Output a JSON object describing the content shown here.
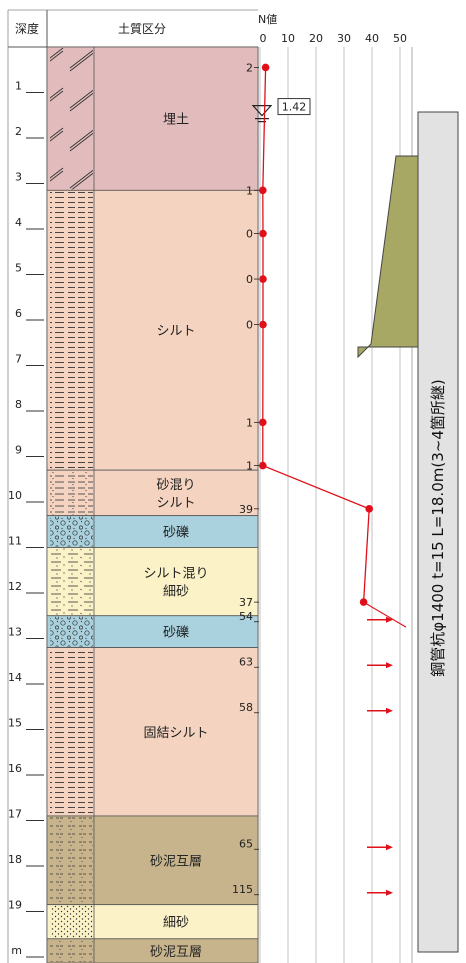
{
  "header": {
    "depth_label": "深度",
    "soil_label": "土質区分",
    "n_label": "N値",
    "n_ticks": [
      "0",
      "10",
      "20",
      "30",
      "40",
      "50"
    ]
  },
  "depth_ticks": [
    "1",
    "2",
    "3",
    "4",
    "5",
    "6",
    "7",
    "8",
    "9",
    "10",
    "11",
    "12",
    "13",
    "14",
    "15",
    "16",
    "17",
    "18",
    "19",
    "m"
  ],
  "layers": [
    {
      "name": "埋土",
      "top": 0.0,
      "bottom": 3.15,
      "color": "#e2bcbc",
      "pattern": "fill"
    },
    {
      "name": "シルト",
      "top": 3.15,
      "bottom": 9.3,
      "color": "#f4d3c0",
      "pattern": "silt"
    },
    {
      "name": "砂混り\nシルト",
      "top": 9.3,
      "bottom": 10.3,
      "color": "#f4d3c0",
      "pattern": "sandysilt"
    },
    {
      "name": "砂礫",
      "top": 10.3,
      "bottom": 11.0,
      "color": "#a9d1de",
      "pattern": "gravel"
    },
    {
      "name": "シルト混り\n細砂",
      "top": 11.0,
      "bottom": 12.5,
      "color": "#fbf2c8",
      "pattern": "siltysand"
    },
    {
      "name": "砂礫",
      "top": 12.5,
      "bottom": 13.2,
      "color": "#a9d1de",
      "pattern": "gravel"
    },
    {
      "name": "固結シルト",
      "top": 13.2,
      "bottom": 16.9,
      "color": "#f4d3c0",
      "pattern": "silt"
    },
    {
      "name": "砂泥互層",
      "top": 16.9,
      "bottom": 18.85,
      "color": "#c7b48c",
      "pattern": "alt"
    },
    {
      "name": "細砂",
      "top": 18.85,
      "bottom": 19.6,
      "color": "#fbf2c8",
      "pattern": "sand"
    },
    {
      "name": "砂泥互層",
      "top": 19.6,
      "bottom": 20.3,
      "color": "#c7b48c",
      "pattern": "alt"
    }
  ],
  "n_values": [
    {
      "depth": 0.45,
      "value": 2,
      "label": "2"
    },
    {
      "depth": 3.15,
      "value": 1,
      "label": "1"
    },
    {
      "depth": 4.1,
      "value": 0,
      "label": "0"
    },
    {
      "depth": 5.1,
      "value": 0,
      "label": "0"
    },
    {
      "depth": 6.1,
      "value": 0,
      "label": "0"
    },
    {
      "depth": 8.25,
      "value": 1,
      "label": "1"
    },
    {
      "depth": 9.2,
      "value": 1,
      "label": "1"
    },
    {
      "depth": 10.15,
      "value": 39,
      "label": "39"
    },
    {
      "depth": 12.2,
      "value": 37,
      "label": "37"
    }
  ],
  "refusals": [
    {
      "depth": 12.5,
      "label": "54"
    },
    {
      "depth": 13.5,
      "label": "63"
    },
    {
      "depth": 14.5,
      "label": "58"
    },
    {
      "depth": 17.5,
      "label": "65"
    },
    {
      "depth": 18.5,
      "label": "115"
    }
  ],
  "water_level": {
    "depth": 1.42,
    "label": "1.42"
  },
  "pile": {
    "label": "鋼管杭φ1400 t=15 L=18.0m(3~4箇所継)",
    "color": "#e2e2e2"
  },
  "structure": {
    "color": "#a8a865"
  }
}
